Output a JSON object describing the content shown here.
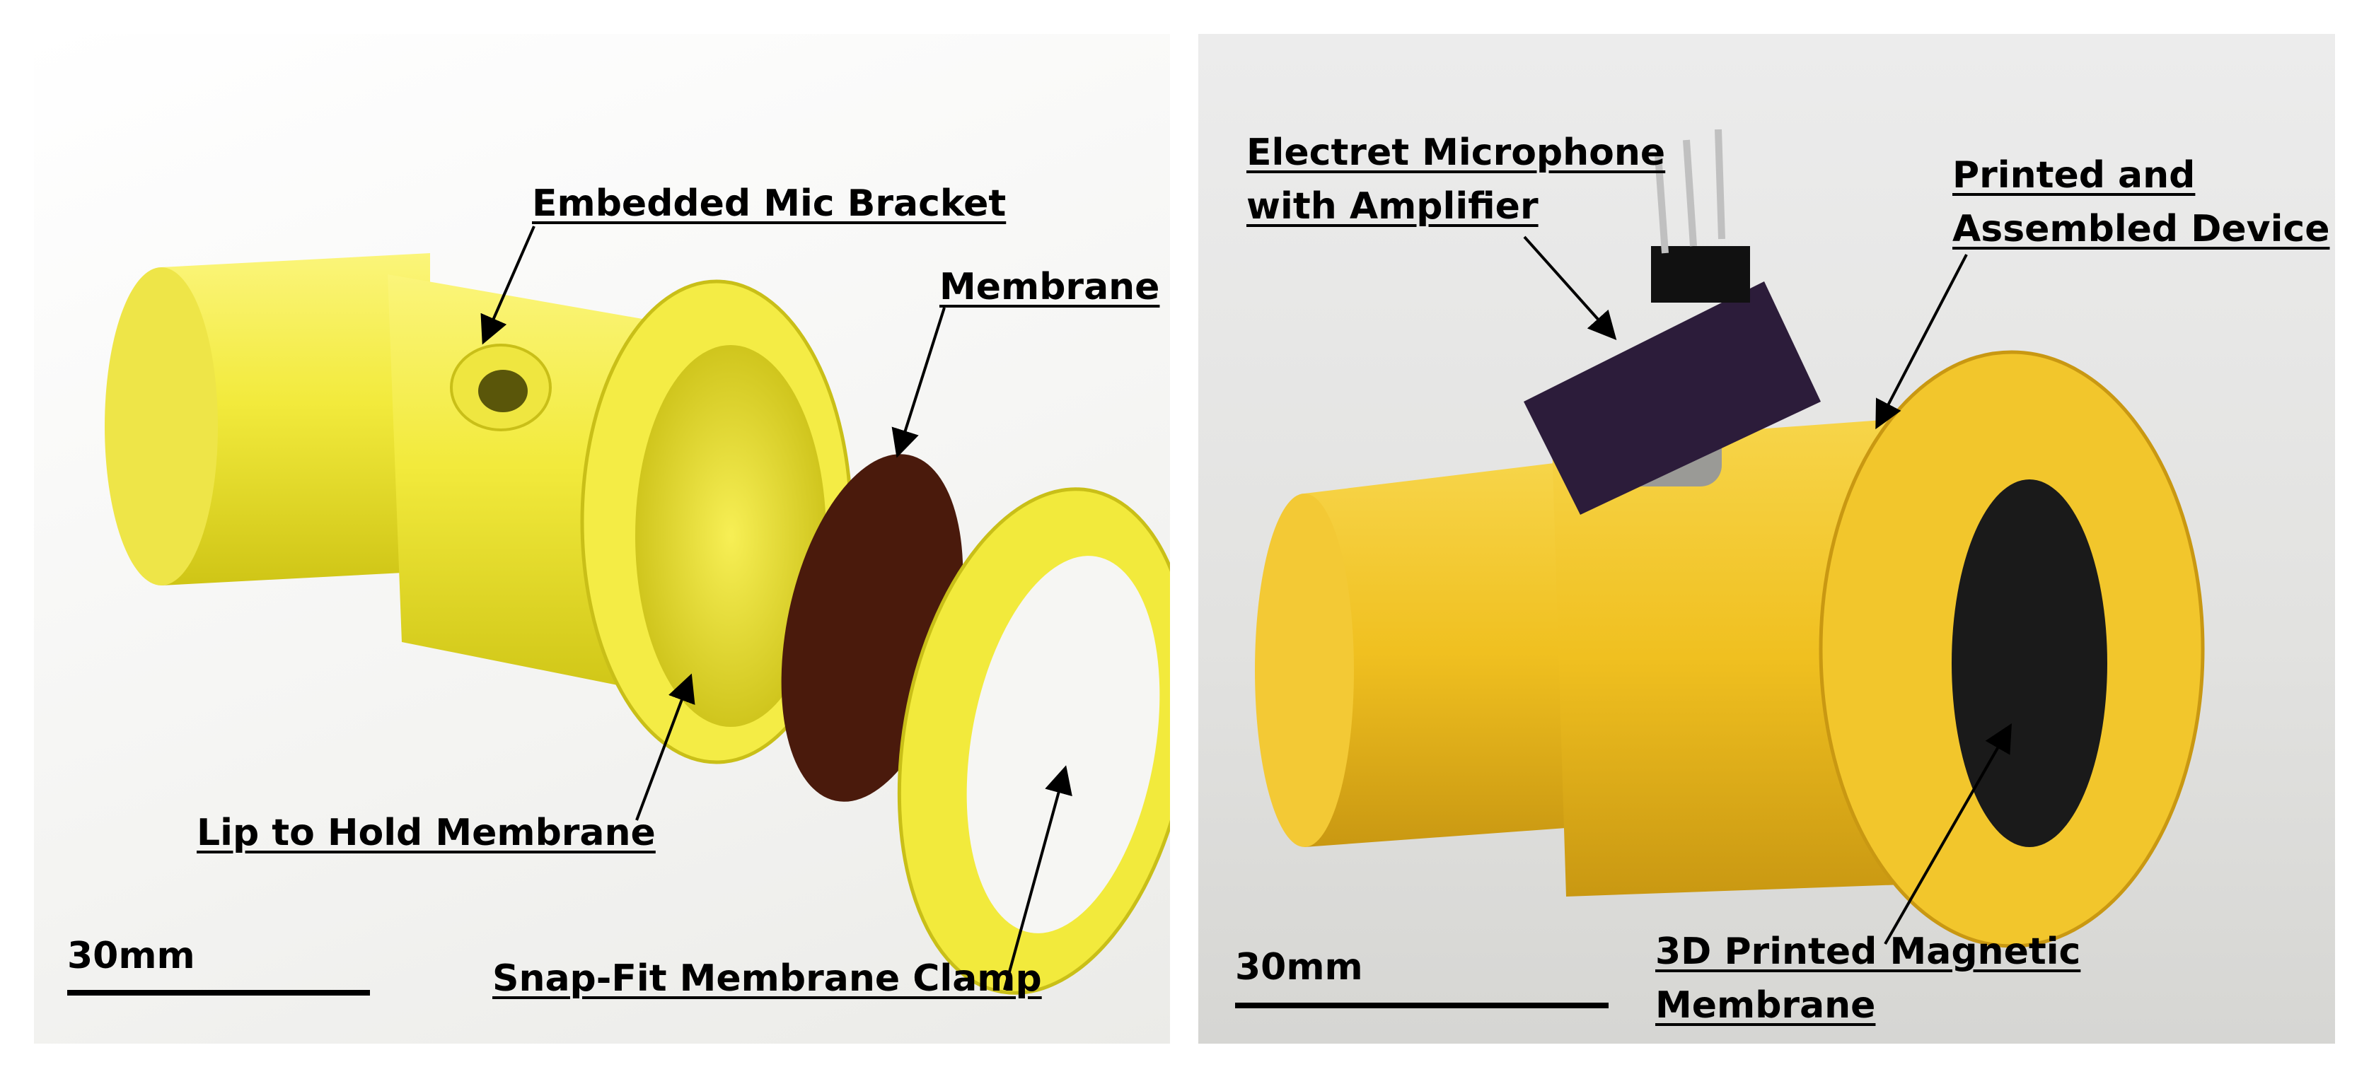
{
  "left_panel": {
    "labels": {
      "mic_bracket": "Embedded Mic Bracket",
      "membrane": "Membrane",
      "lip": "Lip to Hold Membrane",
      "clamp": "Snap-Fit Membrane Clamp"
    },
    "scale": "30mm"
  },
  "right_panel": {
    "labels": {
      "mic_line1": "Electret Microphone",
      "mic_line2": "with Amplifier",
      "device_line1": "Printed and",
      "device_line2": "Assembled Device",
      "magnetic_line1": "3D Printed Magnetic",
      "magnetic_line2": "Membrane"
    },
    "scale": "30mm"
  },
  "colors": {
    "part_yellow": "#f2ea3c",
    "printed_yellow": "#f0c020",
    "membrane_brown": "#4a1a0c",
    "pcb_purple": "#2c1c3a"
  }
}
